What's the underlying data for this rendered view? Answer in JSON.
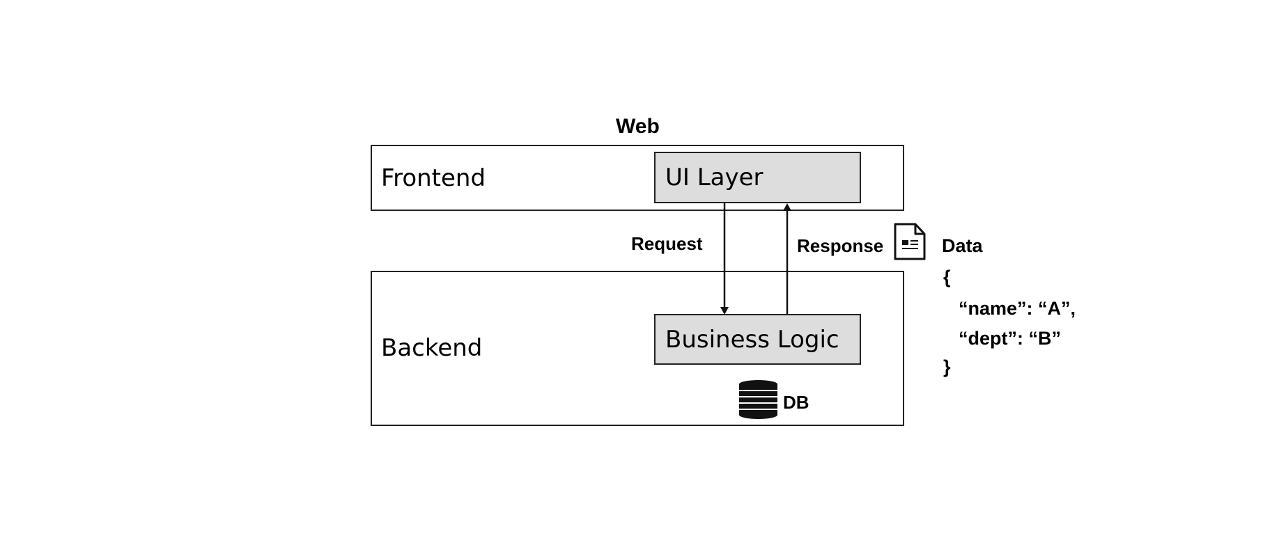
{
  "title": "Web",
  "frontend": {
    "label": "Frontend",
    "layer": "UI Layer"
  },
  "backend": {
    "label": "Backend",
    "layer": "Business Logic",
    "db_label": "DB"
  },
  "arrows": {
    "request": "Request",
    "response": "Response"
  },
  "data_panel": {
    "label": "Data",
    "lines": [
      "{",
      "“name”: “A”,",
      "“dept”: “B”",
      "}"
    ]
  },
  "icons": {
    "document": "document-icon",
    "database": "database-icon"
  },
  "colors": {
    "layer_fill": "#dddddd",
    "border": "#222222"
  }
}
